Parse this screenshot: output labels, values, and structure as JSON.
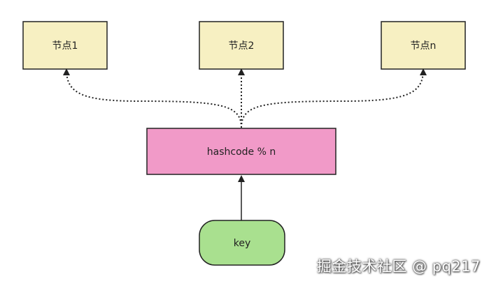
{
  "nodes": {
    "node1": {
      "label": "节点1"
    },
    "node2": {
      "label": "节点2"
    },
    "noden": {
      "label": "节点n"
    },
    "hash": {
      "label": "hashcode % n"
    },
    "key": {
      "label": "key"
    }
  },
  "colors": {
    "node_fill": "#f7f0c2",
    "hash_fill": "#f19ac8",
    "key_fill": "#a9e08f",
    "stroke": "#222222"
  },
  "watermark": "掘金技术社区 @ pq217"
}
